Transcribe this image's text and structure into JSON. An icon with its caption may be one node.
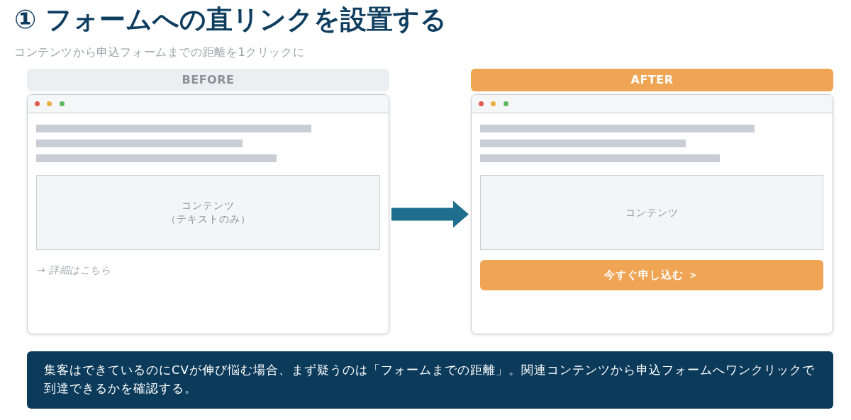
{
  "diagram": {
    "title": "① フォームへの直リンクを設置する",
    "nodes": [
      {
        "text": [
          "BEFORE"
        ]
      },
      {
        "text": [
          "→ 詳細はこちら"
        ]
      },
      {
        "text": [
          "コンテンツ",
          "（テキストのみ）"
        ],
        "in": 1
      },
      {
        "text": [
          "AFTER"
        ]
      },
      {
        "text": [],
        "shape": "box"
      },
      {
        "text": [
          "コンテンツ"
        ],
        "in": 4
      },
      {
        "text": [
          "今すぐ申し込む ＞"
        ],
        "in": 4
      },
      {
        "text": [
          "集客はできているのにCVが伸び悩む場合、まず疑うのは「フォームまでの距離」。関連コンテンツから申込フォームへワンクリックで到達できるかを確認する。"
        ]
      }
    ],
    "edges": [
      {
        "from": 1,
        "to": 4,
        "arrow": "to"
      }
    ],
    "labels": [
      "コンテンツから申込フォームまでの距離を1クリックに"
    ]
  }
}
